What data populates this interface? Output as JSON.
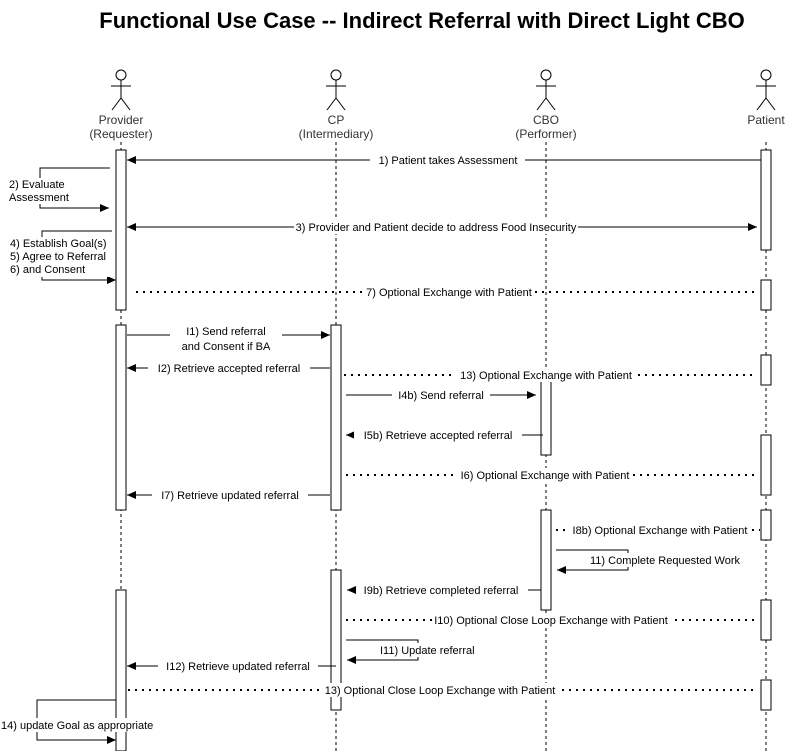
{
  "title": "Functional Use Case -- Indirect Referral with Direct Light CBO",
  "actors": [
    {
      "id": "provider",
      "line1": "Provider",
      "line2": "(Requester)"
    },
    {
      "id": "cp",
      "line1": "CP",
      "line2": "(Intermediary)"
    },
    {
      "id": "cbo",
      "line1": "CBO",
      "line2": "(Performer)"
    },
    {
      "id": "patient",
      "line1": "Patient",
      "line2": ""
    }
  ],
  "messages": {
    "m1": "1) Patient takes Assessment",
    "m2a": "2) Evaluate",
    "m2b": "Assessment",
    "m3": "3) Provider and Patient decide to address Food Insecurity",
    "m4": "4) Establish Goal(s)",
    "m5": "5) Agree to Referral",
    "m6": "6) and Consent",
    "m7": "7) Optional Exchange with Patient",
    "i1a": "I1) Send referral",
    "i1b": "and Consent if BA",
    "i2": "I2) Retrieve accepted referral",
    "m13a": "13) Optional Exchange with Patient",
    "i4b": "I4b) Send referral",
    "i5b": "I5b) Retrieve accepted referral",
    "i6": "I6) Optional Exchange with Patient",
    "i7": "I7) Retrieve updated referral",
    "i8b": "I8b) Optional Exchange with Patient",
    "m11": "11) Complete Requested Work",
    "i9b": "I9b) Retrieve completed referral",
    "i10": "I10) Optional Close Loop Exchange with Patient",
    "i11": "I11) Update referral",
    "i12": "I12) Retrieve updated referral",
    "m13b": "13) Optional Close Loop Exchange with Patient",
    "m14": "14) update Goal as appropriate"
  }
}
